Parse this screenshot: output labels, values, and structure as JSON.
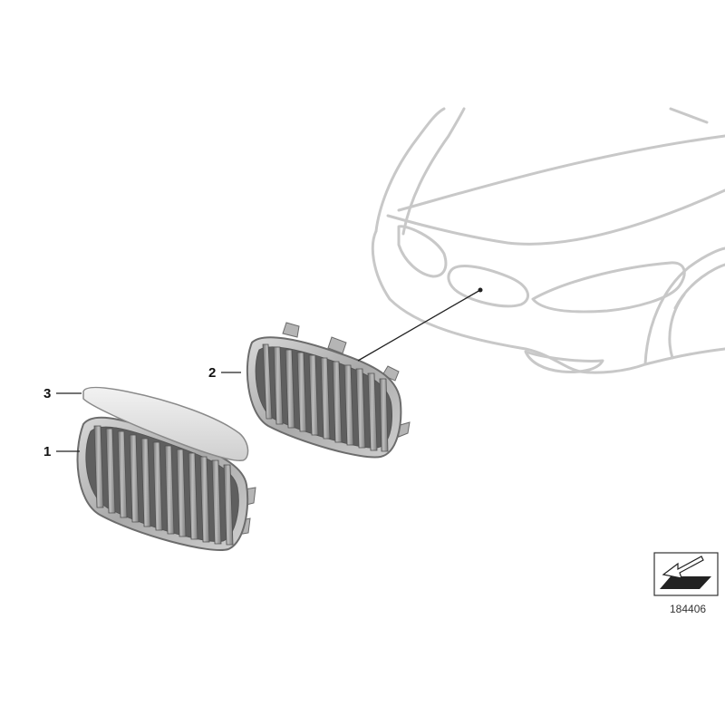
{
  "callouts": {
    "part1": "1",
    "part2": "2",
    "part3": "3"
  },
  "reference_number": "184406",
  "colors": {
    "car_outline": "#c8c8c8",
    "grille_frame": "#9a9a9a",
    "grille_slat": "#8a8a8a",
    "trim_strip": "#dcdcdc",
    "leader_line": "#222222"
  }
}
